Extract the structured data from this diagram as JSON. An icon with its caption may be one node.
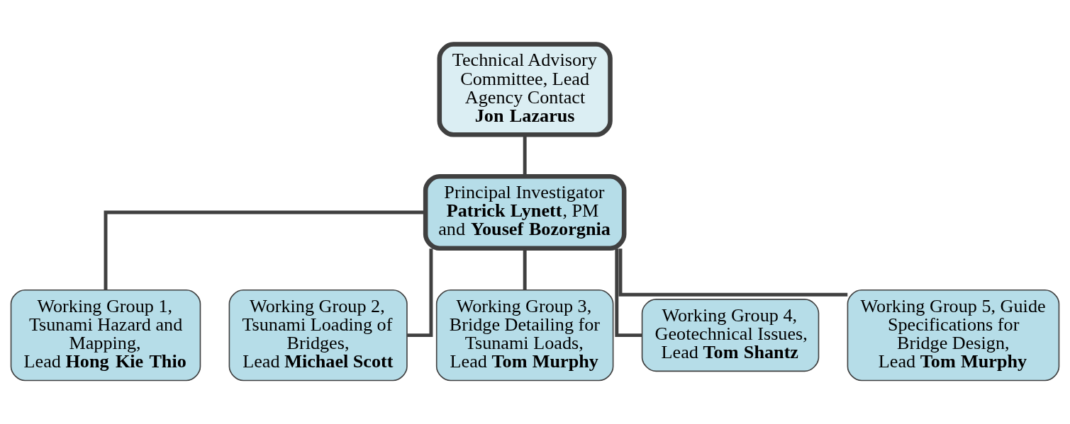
{
  "diagram": {
    "nodes": [
      {
        "text": [
          "Technical Advisory Committee, Lead Agency Contact",
          "**Jon Lazarus**"
        ]
      },
      {
        "text": [
          "Principal Investigator",
          "**Patrick Lynett**, PM and **Yousef Bozorgnia**"
        ]
      },
      {
        "text": [
          "Working Group 1, Tsunami Hazard and Mapping,",
          "Lead **Hong Kie Thio**"
        ]
      },
      {
        "text": [
          "Working Group 2, Tsunami Loading of Bridges,",
          "Lead **Michael Scott**"
        ]
      },
      {
        "text": [
          "Working Group 3, Bridge Detailing for Tsunami Loads,",
          "Lead **Tom Murphy**"
        ]
      },
      {
        "text": [
          "Working Group 4, Geotechnical Issues,",
          "Lead **Tom Shantz**"
        ]
      },
      {
        "text": [
          "Working Group 5, Guide Specifications for Bridge Design,",
          "Lead **Tom Murphy**"
        ]
      }
    ],
    "edges": [
      {
        "from": 0,
        "to": 1,
        "arrow": "none"
      },
      {
        "from": 1,
        "to": 2,
        "arrow": "none"
      },
      {
        "from": 1,
        "to": 3,
        "arrow": "none"
      },
      {
        "from": 1,
        "to": 4,
        "arrow": "none"
      },
      {
        "from": 1,
        "to": 5,
        "arrow": "none"
      },
      {
        "from": 1,
        "to": 6,
        "arrow": "none"
      }
    ]
  }
}
